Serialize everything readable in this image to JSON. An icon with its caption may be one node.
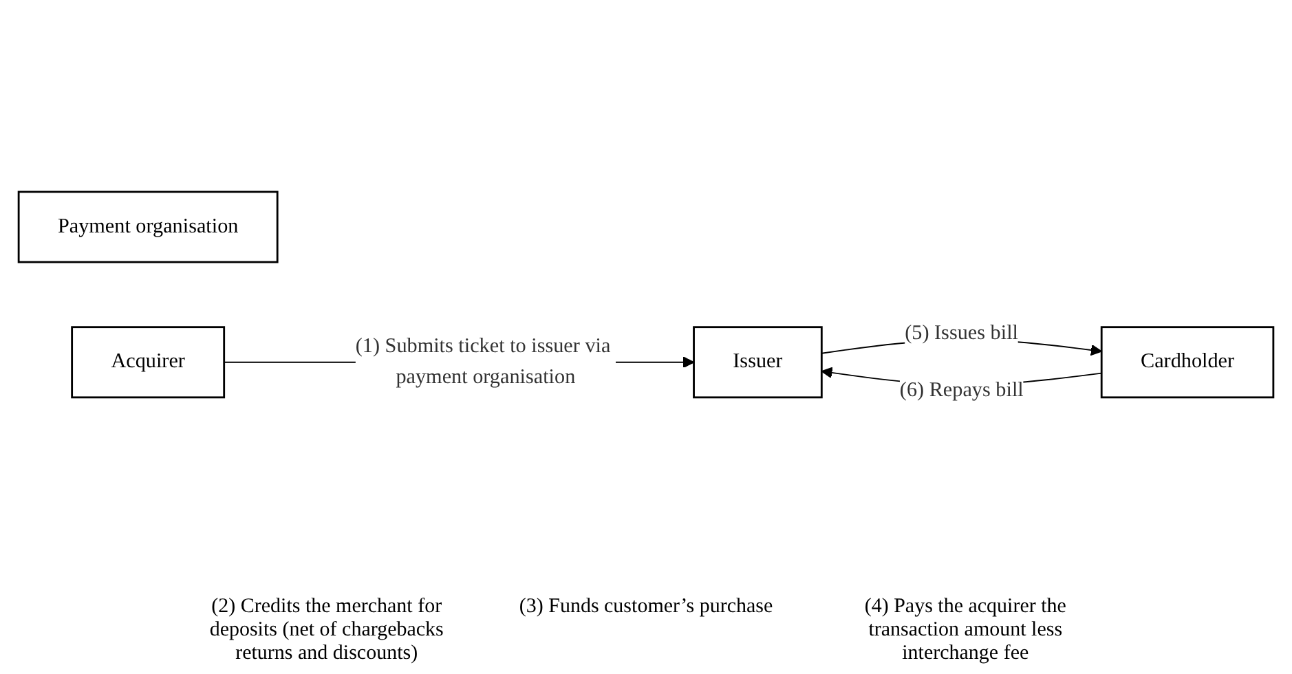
{
  "diagram": {
    "nodes": [
      {
        "text": [
          "Payment organisation"
        ]
      },
      {
        "text": [
          "Acquirer"
        ]
      },
      {
        "text": [
          "Issuer"
        ]
      },
      {
        "text": [
          "Cardholder"
        ]
      }
    ],
    "edges": [
      {
        "from": 1,
        "to": 2,
        "arrow": "to",
        "label": "(1) Submits ticket to issuer via payment organisation"
      },
      {
        "from": 2,
        "to": 3,
        "arrow": "to",
        "label": "(5) Issues bill"
      },
      {
        "from": 3,
        "to": 2,
        "arrow": "to",
        "label": "(6) Repays bill"
      }
    ],
    "labels": [
      "(2) Credits the merchant for deposits (net of chargebacks returns and discounts)",
      "(3) Funds customer’s purchase",
      "(4) Pays the acquirer the transaction amount less interchange fee"
    ]
  }
}
